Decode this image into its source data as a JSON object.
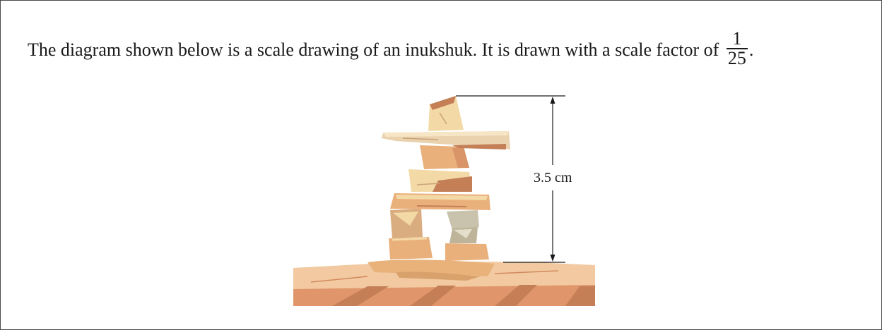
{
  "problem": {
    "statement_prefix": "The diagram shown below is a scale drawing of an inukshuk. It is drawn with a scale factor of",
    "scale_numerator": "1",
    "scale_denominator": "25",
    "statement_suffix": "."
  },
  "figure": {
    "dimension_label": "3.5 cm",
    "colors": {
      "stone_light": "#f3d9a6",
      "stone_mid": "#eab07c",
      "stone_dark": "#c47f56",
      "stone_grey": "#c9c2ad",
      "ground_top": "#f2c9a0",
      "ground_side": "#e0956a",
      "outline": "#1a1a1a"
    }
  }
}
